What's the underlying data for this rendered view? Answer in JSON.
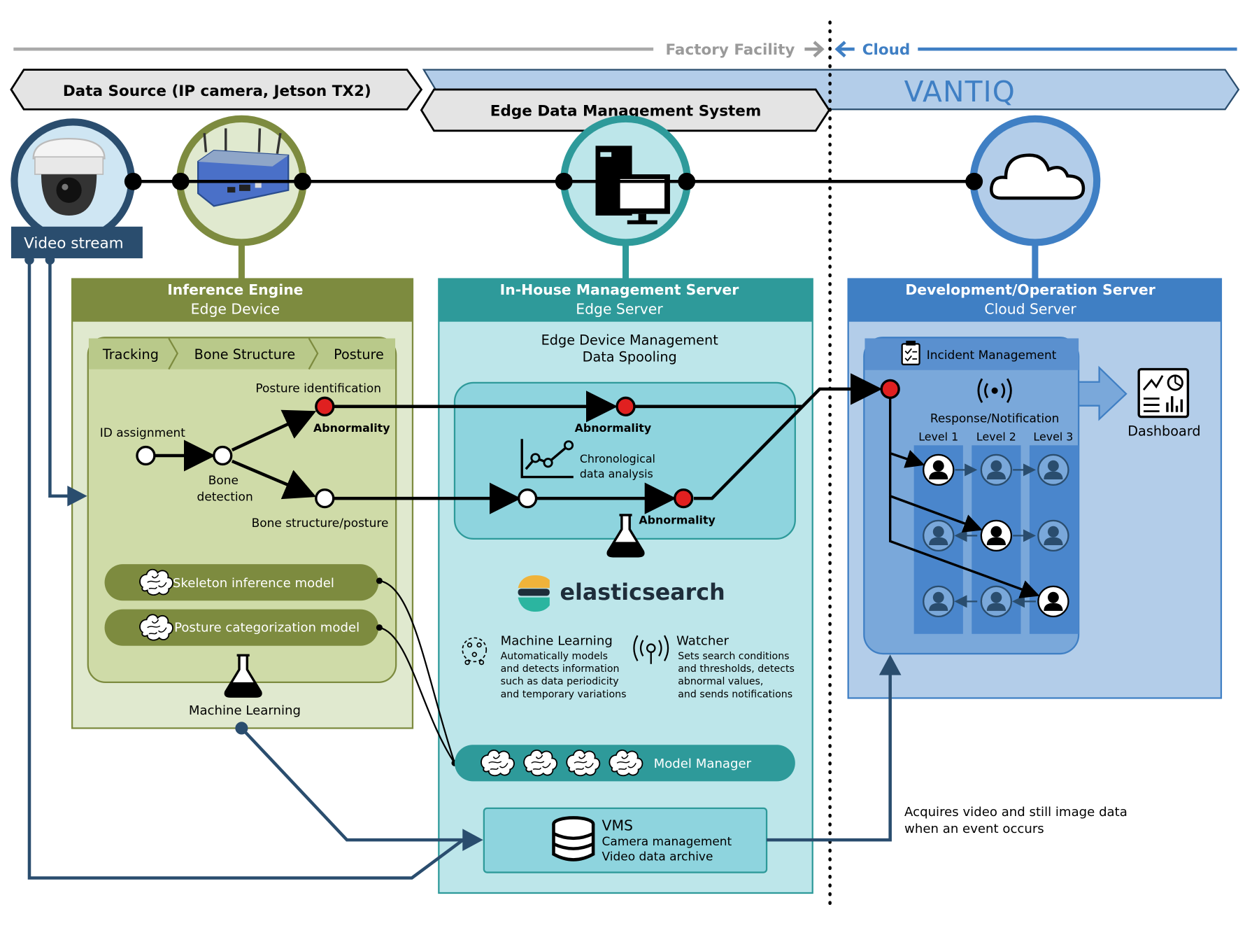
{
  "regions": {
    "factory_label": "Factory Facility",
    "cloud_label": "Cloud"
  },
  "banners": {
    "data_source": "Data Source (IP camera, Jetson TX2)",
    "edge_system": "Edge Data Management System",
    "vantiq_logo": "VANTIQ"
  },
  "camera": {
    "label": "Video stream"
  },
  "inference": {
    "title": "Inference Engine",
    "subtitle": "Edge Device",
    "steps": [
      "Tracking",
      "Bone Structure",
      "Posture"
    ],
    "posture_identification": "Posture identification",
    "abnormality": "Abnormality",
    "id_assignment": "ID assignment",
    "bone_detection_1": "Bone",
    "bone_detection_2": "detection",
    "bone_structure_posture": "Bone structure/posture",
    "skeleton_model": "Skeleton inference model",
    "posture_model": "Posture categorization model",
    "machine_learning": "Machine Learning"
  },
  "inhouse": {
    "title": "In-House Management Server",
    "subtitle": "Edge Server",
    "line1": "Edge Device Management",
    "line2": "Data Spooling",
    "abnormality_top": "Abnormality",
    "chrono_1": "Chronological",
    "chrono_2": "data analysis",
    "abnormality_bottom": "Abnormality",
    "elasticsearch": "elasticsearch",
    "ml_title": "Machine Learning",
    "ml_desc": [
      "Automatically models",
      "and detects information",
      "such as data periodicity",
      "and temporary variations"
    ],
    "watcher_title": "Watcher",
    "watcher_desc": [
      "Sets search conditions",
      "and thresholds, detects",
      "abnormal values,",
      "and sends notifications"
    ],
    "model_manager": "Model Manager",
    "vms_title": "VMS",
    "vms_line1": "Camera management",
    "vms_line2": "Video data archive"
  },
  "devops": {
    "title": "Development/Operation Server",
    "subtitle": "Cloud Server",
    "incident": "Incident Management",
    "response": "Response/Notification",
    "levels": [
      "Level 1",
      "Level 2",
      "Level 3"
    ],
    "dashboard": "Dashboard"
  },
  "note": {
    "line1": "Acquires video and still image data",
    "line2": "when an event occurs"
  },
  "colors": {
    "olive": "#7d8b3f",
    "olive_light": "#e0e9cf",
    "olive_mid": "#cfdba8",
    "teal": "#2e9a9a",
    "teal_light": "#bde6ea",
    "teal_mid": "#8ed4de",
    "blue": "#3f7fc4",
    "blue_light": "#b3cde9",
    "blue_mid": "#7aa8da",
    "navy": "#2a4d6e",
    "alert": "#e02020"
  }
}
